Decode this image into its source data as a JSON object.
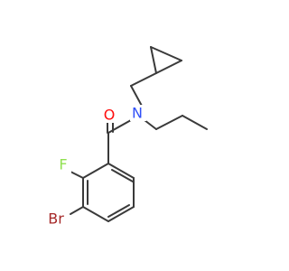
{
  "molecule": {
    "atoms": {
      "oxygen": {
        "label": "O",
        "color": "#ff0d0d"
      },
      "nitrogen": {
        "label": "N",
        "color": "#3050f8"
      },
      "fluorine": {
        "label": "F",
        "color": "#90e050"
      },
      "bromine": {
        "label": "Br",
        "color": "#a62929"
      }
    }
  }
}
